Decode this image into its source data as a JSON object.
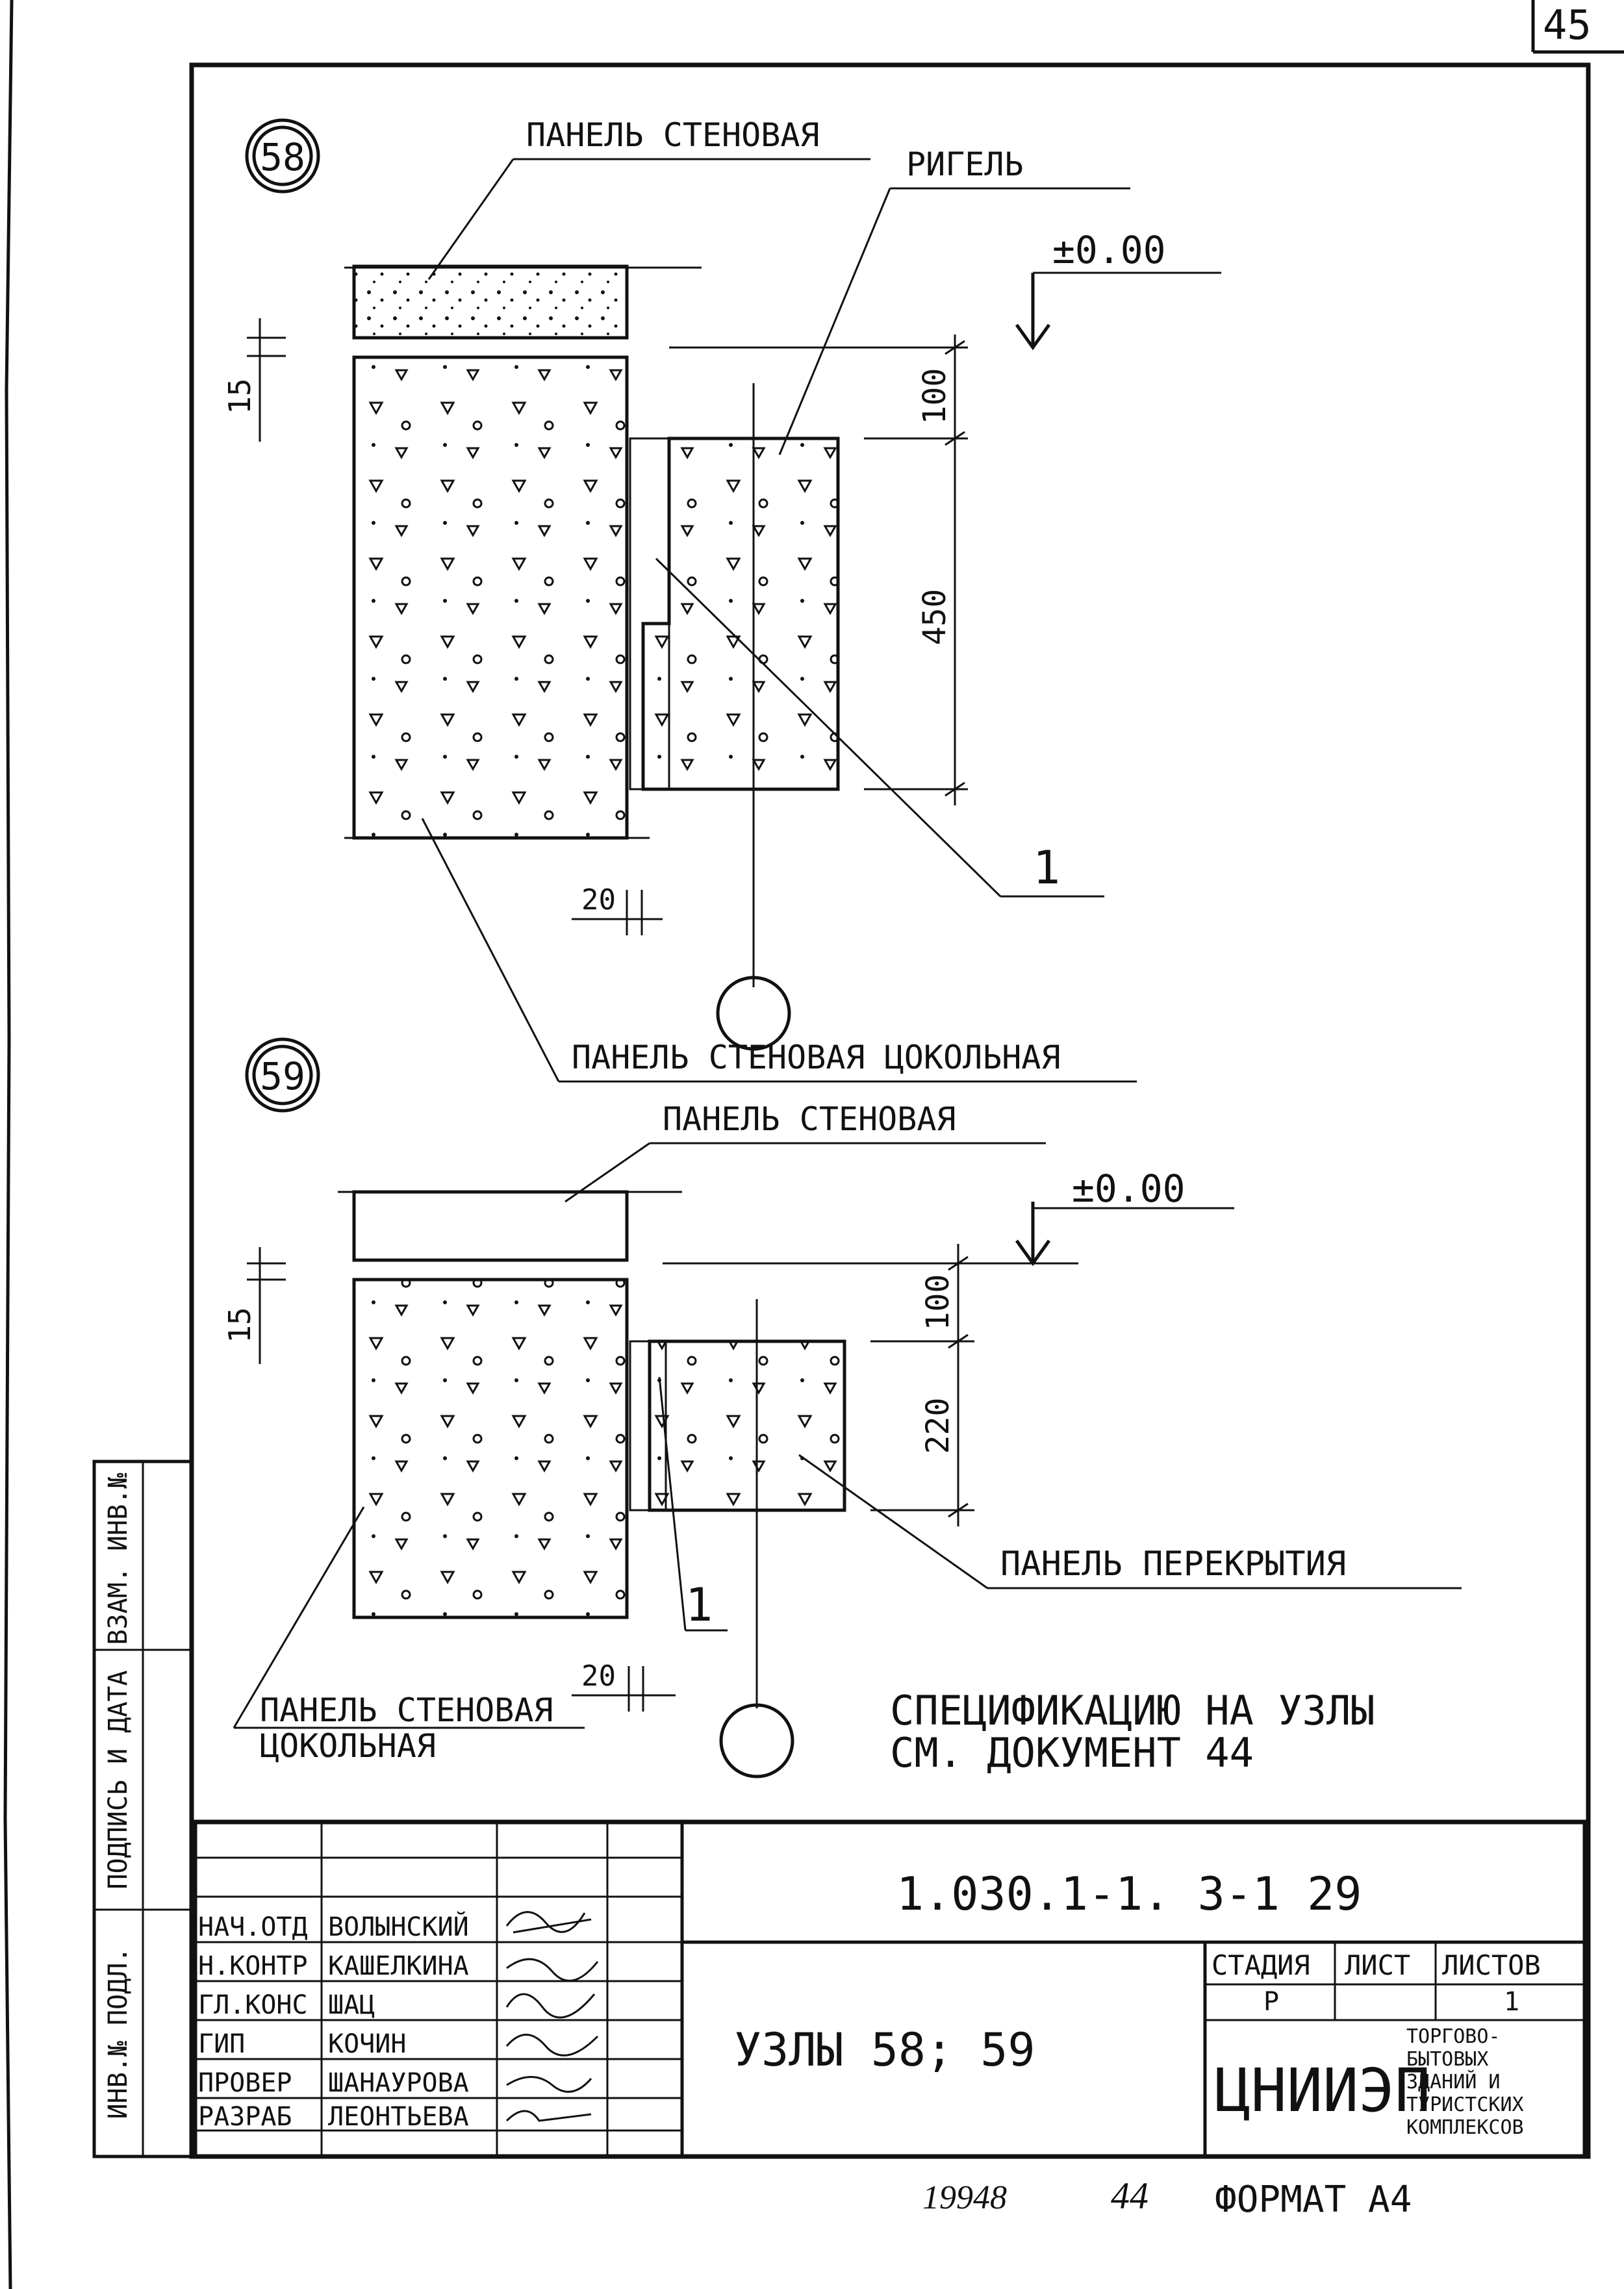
{
  "sheet": {
    "corner_number": "45",
    "format_note": "ФОРМАТ А4",
    "inventory_number": "19948",
    "document_number": "44"
  },
  "node58": {
    "marker": "58",
    "label_wall_panel": "ПАНЕЛЬ СТЕНОВАЯ",
    "label_girder": "РИГЕЛЬ",
    "level_mark": "±0.00",
    "dim_top_gap": "15",
    "dim_upper": "100",
    "dim_lower": "450",
    "dim_joint": "20",
    "callout": "1",
    "label_plinth_panel": "ПАНЕЛЬ СТЕНОВАЯ ЦОКОЛЬНАЯ"
  },
  "node59": {
    "marker": "59",
    "label_wall_panel": "ПАНЕЛЬ СТЕНОВАЯ",
    "level_mark": "±0.00",
    "dim_top_gap": "15",
    "dim_upper": "100",
    "dim_lower": "220",
    "dim_joint": "20",
    "callout": "1",
    "label_floor_panel": "ПАНЕЛЬ ПЕРЕКРЫТИЯ",
    "label_plinth_line1": "ПАНЕЛЬ СТЕНОВАЯ",
    "label_plinth_line2": "ЦОКОЛЬНАЯ"
  },
  "note": {
    "line1": "СПЕЦИФИКАЦИЮ НА УЗЛЫ",
    "line2": "СМ. ДОКУМЕНТ 44"
  },
  "side_stamp": {
    "inv_podl": "ИНВ.№ ПОДЛ.",
    "sign_date": "ПОДПИСЬ И ДАТА",
    "vzam_inv": "ВЗАМ. ИНВ.№"
  },
  "title_block": {
    "code": "1.030.1-1. 3-1 29",
    "title": "УЗЛЫ 58; 59",
    "stage_header": "СТАДИЯ",
    "sheet_header": "ЛИСТ",
    "sheets_header": "ЛИСТОВ",
    "stage_value": "Р",
    "sheets_value": "1",
    "org_logo": "ЦНИИЭП",
    "org_line1": "ТОРГОВО-",
    "org_line2": "БЫТОВЫХ",
    "org_line3": "ЗДАНИЙ И",
    "org_line4": "ТУРИСТСКИХ",
    "org_line5": "КОМПЛЕКСОВ",
    "signatures": [
      {
        "role": "НАЧ.ОТД",
        "name": "ВОЛЫНСКИЙ"
      },
      {
        "role": "Н.КОНТР",
        "name": "КАШЕЛКИНА"
      },
      {
        "role": "ГЛ.КОНС",
        "name": "ШАЦ"
      },
      {
        "role": "ГИП",
        "name": "КОЧИН"
      },
      {
        "role": "ПРОВЕР",
        "name": "ШАНАУРОВА"
      },
      {
        "role": "РАЗРАБ",
        "name": "ЛЕОНТЬЕВА"
      }
    ]
  }
}
